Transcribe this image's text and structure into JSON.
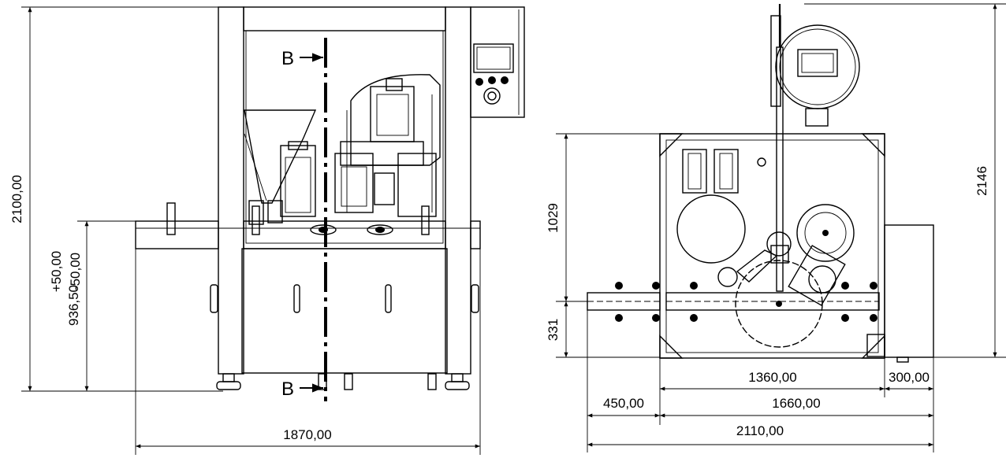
{
  "front_view": {
    "height_label": "2100,00",
    "table_height_label": "936,50",
    "tolerance_plus": "+50,00",
    "tolerance_minus": "-50,00",
    "width_label": "1870,00",
    "section_top": "B",
    "section_bottom": "B"
  },
  "top_view": {
    "total_height_label": "2146",
    "upper_label": "1029",
    "lower_label": "331",
    "dim_1360": "1360,00",
    "dim_300": "300,00",
    "dim_450": "450,00",
    "dim_1660": "1660,00",
    "dim_2110": "2110,00"
  }
}
